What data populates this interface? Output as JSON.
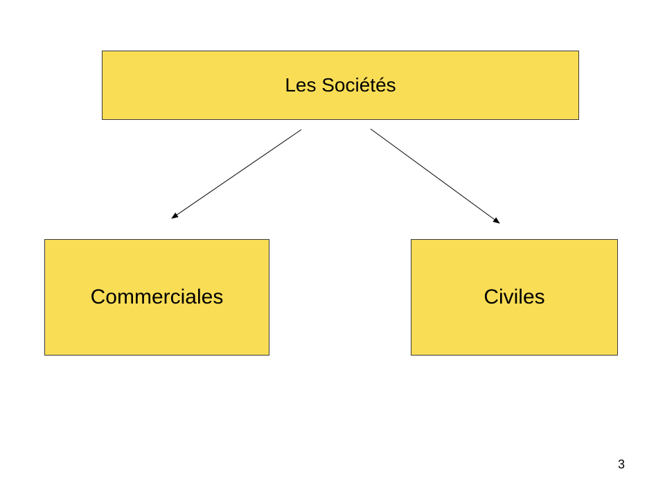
{
  "diagram": {
    "root": {
      "label": "Les Sociétés"
    },
    "children": [
      {
        "label": "Commerciales"
      },
      {
        "label": "Civiles"
      }
    ],
    "edges": [
      {
        "from": "Les Sociétés",
        "to": "Commerciales"
      },
      {
        "from": "Les Sociétés",
        "to": "Civiles"
      }
    ]
  },
  "colors": {
    "box_fill": "#f9dd55",
    "box_border": "#3a3a3a",
    "arrow": "#000000"
  },
  "footer": {
    "page_number": "3"
  }
}
